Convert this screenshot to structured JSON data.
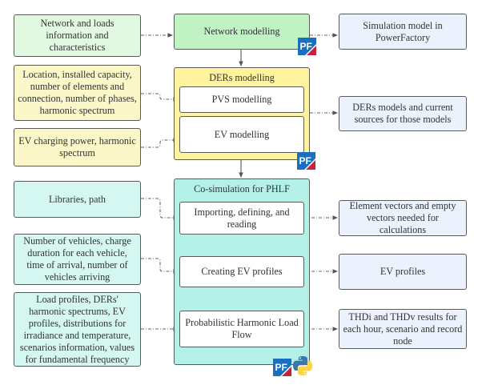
{
  "inputs": [
    {
      "id": "network-info",
      "text": "Network and loads information and characteristics"
    },
    {
      "id": "der-info",
      "text": "Location, installed capacity, number of elements and connection, number of phases, harmonic spectrum"
    },
    {
      "id": "ev-info",
      "text": "EV charging power, harmonic spectrum"
    },
    {
      "id": "libraries",
      "text": "Libraries, path"
    },
    {
      "id": "vehicles-info",
      "text": "Number of vehicles, charge duration for each vehicle, time of arrival, number of vehicles arriving"
    },
    {
      "id": "phlf-inputs",
      "text": "Load profiles, DERs' harmonic spectrums, EV profiles, distributions for irradiance and temperature, scenarios information, values for fundamental frequency"
    }
  ],
  "stages": {
    "network": {
      "title": "Network modelling",
      "tool_icons": [
        "powerfactory-logo"
      ]
    },
    "ders": {
      "title": "DERs modelling",
      "tool_icons": [
        "powerfactory-logo"
      ],
      "steps": [
        "PVS modelling",
        "EV modelling"
      ]
    },
    "cosim": {
      "title": "Co-simulation for PHLF",
      "tool_icons": [
        "powerfactory-logo",
        "python-logo"
      ],
      "steps": [
        "Importing, defining, and reading",
        "Creating EV profiles",
        "Probabilistic Harmonic Load Flow"
      ]
    }
  },
  "outputs": [
    {
      "id": "sim-model",
      "text": "Simulation model in PowerFactory"
    },
    {
      "id": "der-models",
      "text": "DERs models and current sources for those models"
    },
    {
      "id": "element-vectors",
      "text": "Element vectors and empty vectors needed for calculations"
    },
    {
      "id": "ev-profiles",
      "text": "EV profiles"
    },
    {
      "id": "thd-results",
      "text": "THDi and THDv results for each hour, scenario and record node"
    }
  ],
  "logos": {
    "pf_text": "PF"
  },
  "colors": {
    "network_input": "#e1f9e1",
    "network_stage": "#c1f2c4",
    "der_input": "#fbf7c8",
    "der_stage": "#fff39d",
    "cosim_input": "#d4f7f1",
    "cosim_stage": "#b3f1e8",
    "output": "#ebf2fd",
    "pf_blue": "#1a6fc1",
    "pf_red": "#c8213b"
  }
}
